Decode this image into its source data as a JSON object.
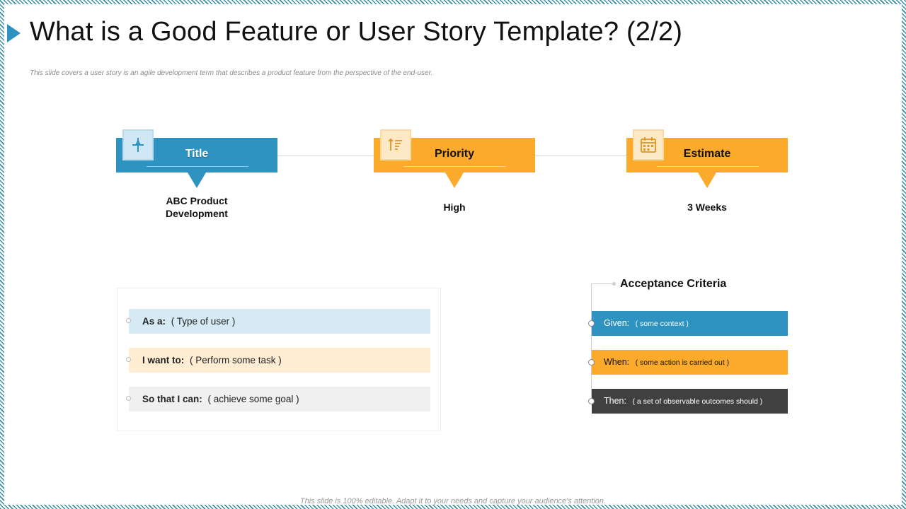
{
  "slide": {
    "title": "What is a Good Feature or User Story Template? (2/2)",
    "subtitle": "This slide covers a user story is an agile development term that describes a product feature from the perspective of the end-user.",
    "footer": "This slide is 100% editable. Adapt it to your needs and capture your audience's attention."
  },
  "cards": [
    {
      "label": "Title",
      "value_line1": "ABC Product",
      "value_line2": "Development",
      "icon": "pin-icon",
      "color": "#2e93c1"
    },
    {
      "label": "Priority",
      "value": "High",
      "icon": "sort-ascending-icon",
      "color": "#fbaa2c"
    },
    {
      "label": "Estimate",
      "value": "3 Weeks",
      "icon": "calendar-icon",
      "color": "#fbaa2c"
    }
  ],
  "story": [
    {
      "key": "As a:",
      "text": "( Type of user )",
      "bg": "#d5eaf5"
    },
    {
      "key": "I want to:",
      "text": "( Perform  some task )",
      "bg": "#feedd3"
    },
    {
      "key": "So that I can:",
      "text": "( achieve  some goal )",
      "bg": "#f0f0f0"
    }
  ],
  "acceptance": {
    "title": "Acceptance Criteria",
    "rows": [
      {
        "key": "Given:",
        "text": "( some context )",
        "bg": "#2e93c1",
        "fg": "#ffffff"
      },
      {
        "key": "When:",
        "text": "( some action is carried out )",
        "bg": "#fbaa2c",
        "fg": "#111111"
      },
      {
        "key": "Then:",
        "text": "( a set of observable outcomes should )",
        "bg": "#404040",
        "fg": "#ffffff"
      }
    ]
  }
}
